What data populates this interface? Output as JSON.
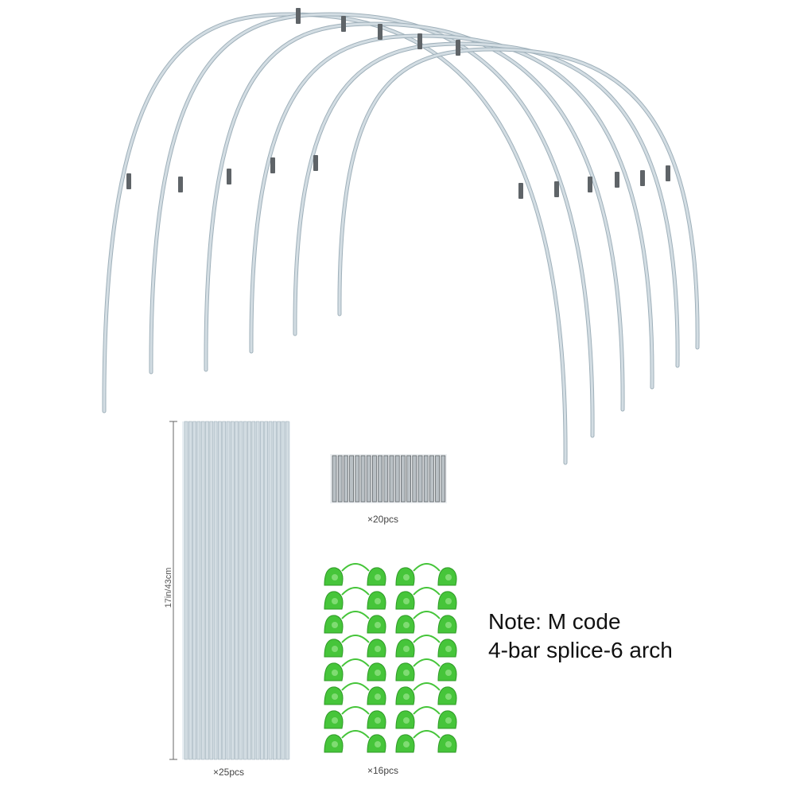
{
  "product": {
    "dimension_label": "17in/43cm",
    "rods_count_label": "×25pcs",
    "connectors_count_label": "×20pcs",
    "clips_count_label": "×16pcs"
  },
  "note": {
    "line1": "Note: M code",
    "line2": "4-bar splice-6 arch"
  },
  "colors": {
    "rod": "#d3dde3",
    "rod_edge": "#9fb0ba",
    "connector": "#5f6468",
    "clip": "#46c53a"
  }
}
